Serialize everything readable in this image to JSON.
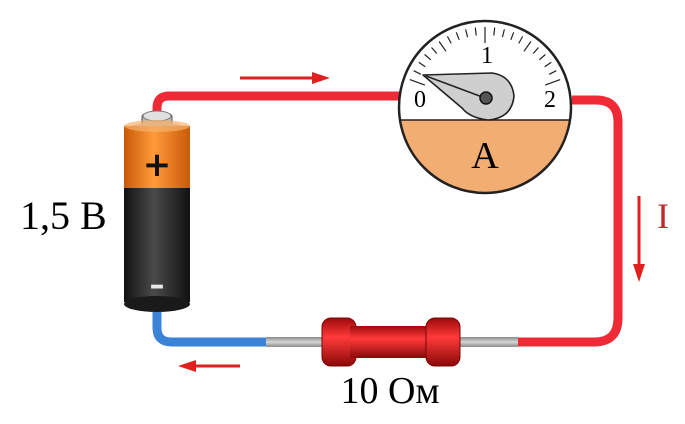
{
  "battery": {
    "voltage_label": "1,5 В",
    "plus_symbol": "+",
    "minus_symbol": "–"
  },
  "ammeter": {
    "unit_label": "A",
    "scale": {
      "min_label": "0",
      "mid_label": "1",
      "max_label": "2"
    }
  },
  "resistor": {
    "label": "10 Ом"
  },
  "current": {
    "label": "I"
  },
  "colors": {
    "wire_positive": "#ef2a36",
    "wire_negative": "#3a83d6",
    "lead": "#b4b4b4",
    "battery_top": "#f07c16",
    "battery_body": "#2a2a2a",
    "resistor": "#e01e1e",
    "ammeter_face": "#ffffff",
    "ammeter_lower": "#f2ae72",
    "arrow": "#e0201e"
  }
}
